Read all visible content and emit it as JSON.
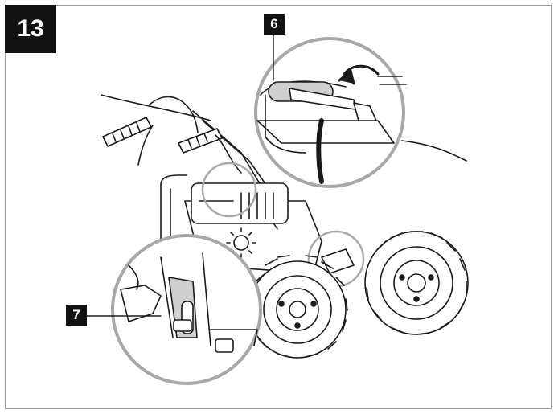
{
  "step": {
    "number": "13"
  },
  "callouts": [
    {
      "id": "6",
      "label": "6"
    },
    {
      "id": "7",
      "label": "7"
    }
  ],
  "colors": {
    "ink": "#1a1a1a",
    "badge": "#111111",
    "frame": "#9a9a9a",
    "tank": "#cfcfcf",
    "highlight": "#a8a8a8"
  }
}
